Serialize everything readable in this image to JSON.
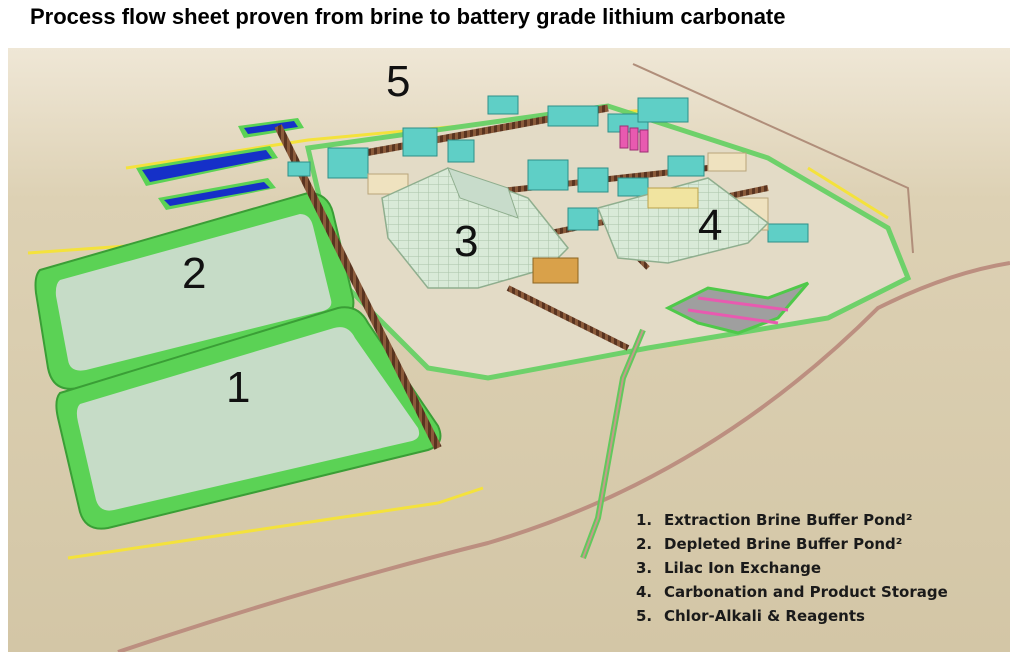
{
  "title": "Process flow sheet proven from brine to battery grade lithium carbonate",
  "zones": [
    {
      "number": "1"
    },
    {
      "number": "2"
    },
    {
      "number": "3"
    },
    {
      "number": "4"
    },
    {
      "number": "5"
    }
  ],
  "legend": [
    {
      "number": "1.",
      "label": "Extraction Brine Buffer Pond²"
    },
    {
      "number": "2.",
      "label": "Depleted Brine Buffer Pond²"
    },
    {
      "number": "3.",
      "label": "Lilac Ion Exchange"
    },
    {
      "number": "4.",
      "label": "Carbonation and Product Storage"
    },
    {
      "number": "5.",
      "label": "Chlor-Alkali & Reagents"
    }
  ],
  "colors": {
    "desert": "#d8ccae",
    "sky": "#ece4d2",
    "pond_water": "#c6dcc7",
    "pond_berm": "#4fc94a",
    "pipe_rack": "#7a4a2e",
    "building": "#5fcfc6",
    "road": "#c9a090",
    "boundary_line": "#f4e23c",
    "blue_pond": "#1530c8"
  }
}
